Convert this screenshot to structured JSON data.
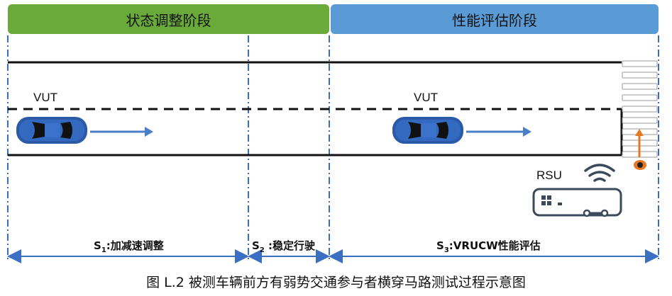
{
  "phases": {
    "phase1": "状态调整阶段",
    "phase2": "性能评估阶段"
  },
  "vehicle_labels": {
    "vut1": "VUT",
    "vut2": "VUT"
  },
  "rsu_label": "RSU",
  "stages": {
    "s1": {
      "prefix": "S",
      "sub": "1",
      "text": ":加减速调整"
    },
    "s2": {
      "prefix": "S",
      "sub": "2",
      "text": " :稳定行驶"
    },
    "s3": {
      "prefix": "S",
      "sub": "3",
      "text": ":VRUCW性能评估"
    }
  },
  "caption": "图 L.2 被测车辆前方有弱势交通参与者横穿马路测试过程示意图",
  "colors": {
    "phase1": "#6aaa3a",
    "phase2": "#5a9bd5",
    "guide_line": "#3a6fc4",
    "car_body": "#2b5aa8",
    "arrow": "#4a7fc8",
    "pedestrian": "#e87722"
  }
}
